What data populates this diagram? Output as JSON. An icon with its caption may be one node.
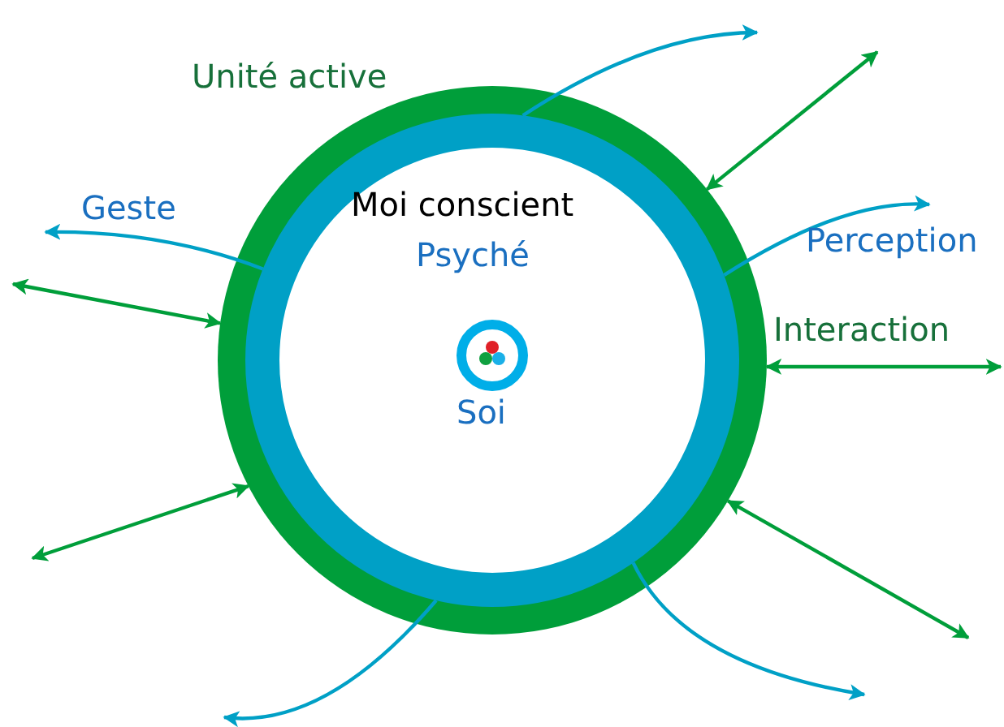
{
  "diagram": {
    "nodes": [
      {
        "text": [
          "Unité active"
        ]
      },
      {
        "text": [
          "Moi conscient",
          "Psyché"
        ],
        "in": 0
      },
      {
        "text": [
          "Soi"
        ],
        "in": 1
      }
    ],
    "edges": [
      {
        "from": 1,
        "to": null,
        "arrow": "to",
        "color": "#00a0c6"
      },
      {
        "from": 0,
        "to": null,
        "arrow": "both",
        "color": "#009e3a"
      },
      {
        "from": 1,
        "to": null,
        "arrow": "to",
        "label": "Perception",
        "color": "#00a0c6"
      },
      {
        "from": 0,
        "to": null,
        "arrow": "both",
        "label": "Interaction",
        "color": "#009e3a"
      },
      {
        "from": 0,
        "to": null,
        "arrow": "both",
        "color": "#009e3a"
      },
      {
        "from": 1,
        "to": null,
        "arrow": "to",
        "color": "#00a0c6"
      },
      {
        "from": 1,
        "to": null,
        "arrow": "to",
        "color": "#00a0c6"
      },
      {
        "from": 0,
        "to": null,
        "arrow": "both",
        "color": "#009e3a"
      },
      {
        "from": 0,
        "to": null,
        "arrow": "both",
        "color": "#009e3a"
      },
      {
        "from": 1,
        "to": null,
        "arrow": "to",
        "label": "Geste",
        "color": "#00a0c6"
      }
    ]
  }
}
